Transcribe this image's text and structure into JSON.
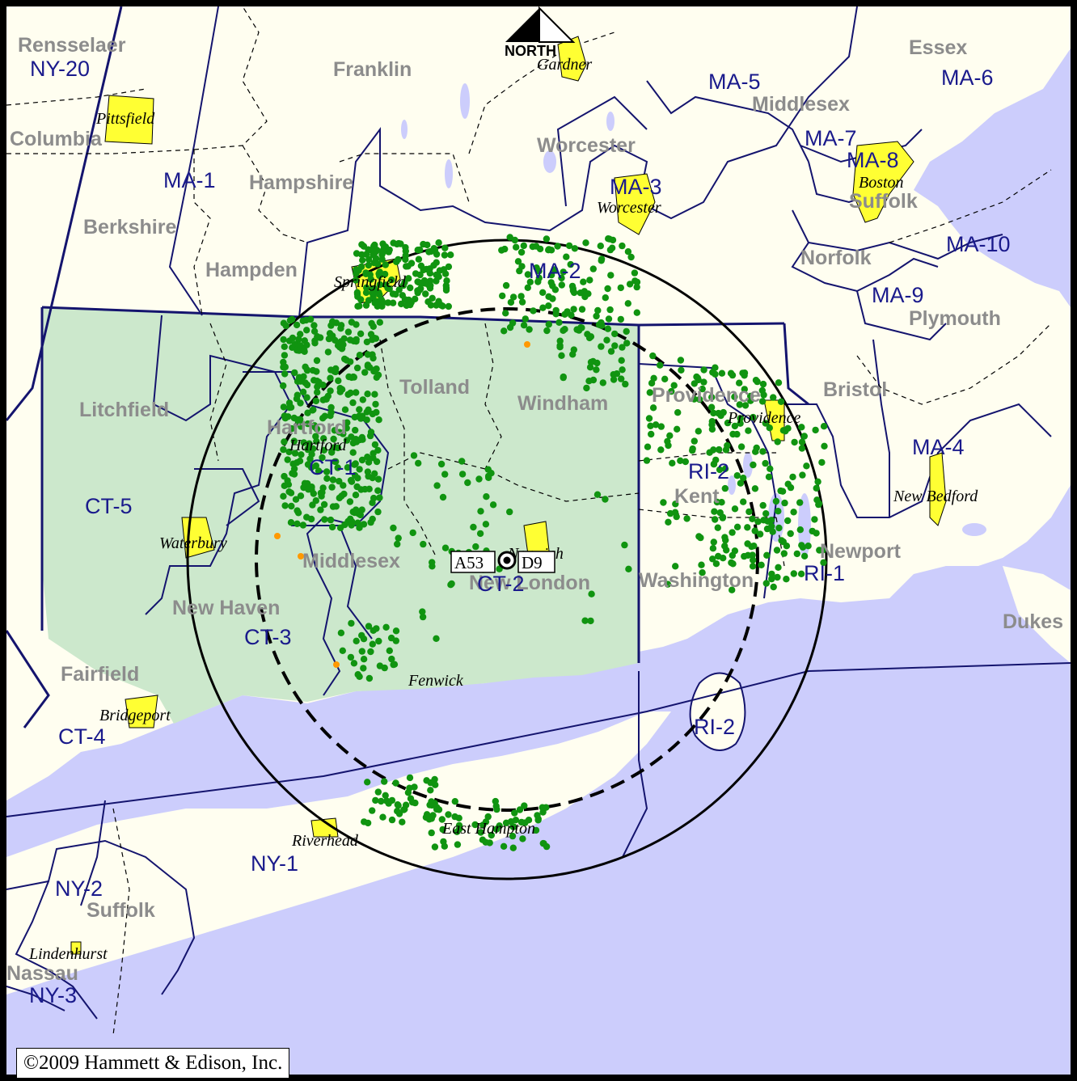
{
  "north_label": "NORTH",
  "counties": [
    "Rensselaer",
    "Franklin",
    "Essex",
    "Columbia",
    "Berkshire",
    "Hampshire",
    "Hampden",
    "Middlesex",
    "Worcester",
    "Suffolk",
    "Norfolk",
    "Plymouth",
    "Litchfield",
    "Hartford",
    "Tolland",
    "Windham",
    "Providence",
    "Bristol",
    "Kent",
    "Middlesex",
    "New London",
    "Washington",
    "Newport",
    "Dukes",
    "New Haven",
    "Fairfield",
    "Suffolk",
    "Nassau"
  ],
  "districts": [
    "NY-20",
    "MA-1",
    "MA-5",
    "MA-6",
    "MA-7",
    "MA-8",
    "MA-3",
    "MA-2",
    "MA-10",
    "MA-9",
    "MA-4",
    "CT-1",
    "CT-5",
    "RI-2",
    "CT-2",
    "RI-1",
    "CT-3",
    "CT-4",
    "RI-2",
    "NY-1",
    "NY-2",
    "NY-3"
  ],
  "cities": [
    "Pittsfield",
    "Gardner",
    "Worcester",
    "Boston",
    "Springfield",
    "Providence",
    "Hartford",
    "New Bedford",
    "Waterbury",
    "Norwich",
    "Fenwick",
    "Bridgeport",
    "Riverhead",
    "East Hampton",
    "Lindenhurst"
  ],
  "site_labels": {
    "left": "A53",
    "right": "D9"
  },
  "colors": {
    "water": "#cccdfc",
    "land": "#fffef0",
    "connecticut": "#cce8cc",
    "urban": "#ffff33",
    "dots": "#109410",
    "district_lines": "#14146e"
  },
  "copyright": "©2009 Hammett & Edison, Inc."
}
